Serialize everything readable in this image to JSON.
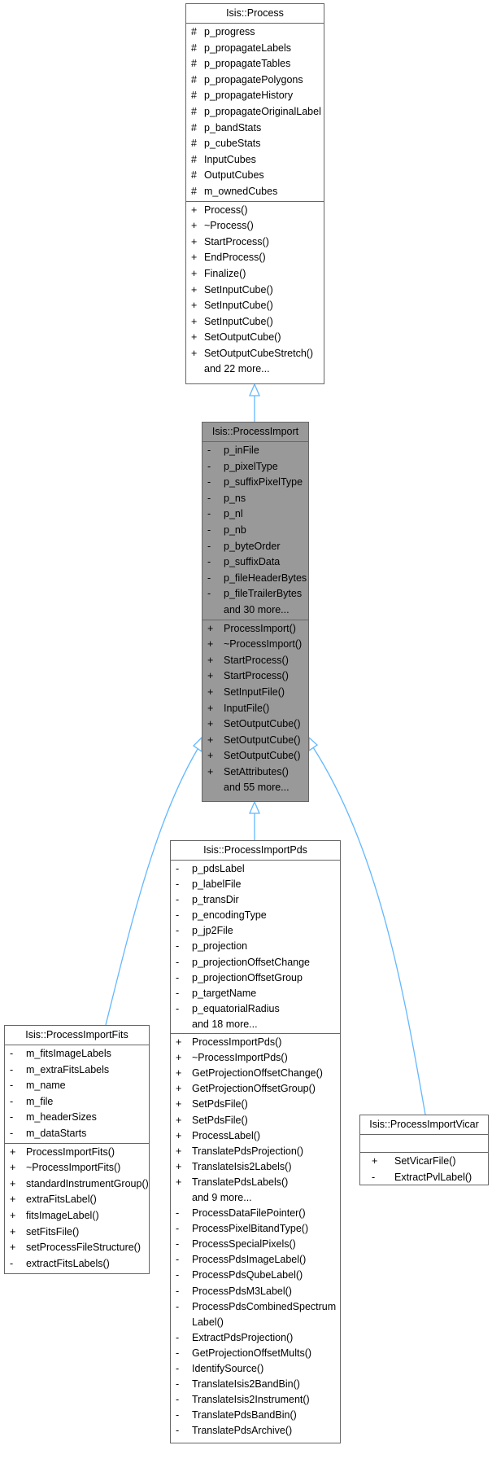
{
  "colors": {
    "edge": "#63b8ff",
    "focus_fill": "#999999",
    "border": "#666666"
  },
  "classes": [
    {
      "id": "process",
      "title": "Isis::Process",
      "attributes": [
        {
          "vis": "#",
          "name": "p_progress"
        },
        {
          "vis": "#",
          "name": "p_propagateLabels"
        },
        {
          "vis": "#",
          "name": "p_propagateTables"
        },
        {
          "vis": "#",
          "name": "p_propagatePolygons"
        },
        {
          "vis": "#",
          "name": "p_propagateHistory"
        },
        {
          "vis": "#",
          "name": "p_propagateOriginalLabel"
        },
        {
          "vis": "#",
          "name": "p_bandStats"
        },
        {
          "vis": "#",
          "name": "p_cubeStats"
        },
        {
          "vis": "#",
          "name": "InputCubes"
        },
        {
          "vis": "#",
          "name": "OutputCubes"
        },
        {
          "vis": "#",
          "name": "m_ownedCubes"
        }
      ],
      "methods": [
        {
          "vis": "+",
          "name": "Process()"
        },
        {
          "vis": "+",
          "name": "~Process()"
        },
        {
          "vis": "+",
          "name": "StartProcess()"
        },
        {
          "vis": "+",
          "name": "EndProcess()"
        },
        {
          "vis": "+",
          "name": "Finalize()"
        },
        {
          "vis": "+",
          "name": "SetInputCube()"
        },
        {
          "vis": "+",
          "name": "SetInputCube()"
        },
        {
          "vis": "+",
          "name": "SetInputCube()"
        },
        {
          "vis": "+",
          "name": "SetOutputCube()"
        },
        {
          "vis": "+",
          "name": "SetOutputCubeStretch()"
        },
        {
          "vis": "",
          "name": "and 22 more..."
        }
      ]
    },
    {
      "id": "import",
      "title": "Isis::ProcessImport",
      "focus": true,
      "attributes": [
        {
          "vis": "-",
          "name": "p_inFile"
        },
        {
          "vis": "-",
          "name": "p_pixelType"
        },
        {
          "vis": "-",
          "name": "p_suffixPixelType"
        },
        {
          "vis": "-",
          "name": "p_ns"
        },
        {
          "vis": "-",
          "name": "p_nl"
        },
        {
          "vis": "-",
          "name": "p_nb"
        },
        {
          "vis": "-",
          "name": "p_byteOrder"
        },
        {
          "vis": "-",
          "name": "p_suffixData"
        },
        {
          "vis": "-",
          "name": "p_fileHeaderBytes"
        },
        {
          "vis": "-",
          "name": "p_fileTrailerBytes"
        },
        {
          "vis": "",
          "name": "and 30 more..."
        }
      ],
      "methods": [
        {
          "vis": "+",
          "name": "ProcessImport()"
        },
        {
          "vis": "+",
          "name": "~ProcessImport()"
        },
        {
          "vis": "+",
          "name": "StartProcess()"
        },
        {
          "vis": "+",
          "name": "StartProcess()"
        },
        {
          "vis": "+",
          "name": "SetInputFile()"
        },
        {
          "vis": "+",
          "name": "InputFile()"
        },
        {
          "vis": "+",
          "name": "SetOutputCube()"
        },
        {
          "vis": "+",
          "name": "SetOutputCube()"
        },
        {
          "vis": "+",
          "name": "SetOutputCube()"
        },
        {
          "vis": "+",
          "name": "SetAttributes()"
        },
        {
          "vis": "",
          "name": "and 55 more..."
        }
      ]
    },
    {
      "id": "pds",
      "title": "Isis::ProcessImportPds",
      "attributes": [
        {
          "vis": "-",
          "name": "p_pdsLabel"
        },
        {
          "vis": "-",
          "name": "p_labelFile"
        },
        {
          "vis": "-",
          "name": "p_transDir"
        },
        {
          "vis": "-",
          "name": "p_encodingType"
        },
        {
          "vis": "-",
          "name": "p_jp2File"
        },
        {
          "vis": "-",
          "name": "p_projection"
        },
        {
          "vis": "-",
          "name": "p_projectionOffsetChange"
        },
        {
          "vis": "-",
          "name": "p_projectionOffsetGroup"
        },
        {
          "vis": "-",
          "name": "p_targetName"
        },
        {
          "vis": "-",
          "name": "p_equatorialRadius"
        },
        {
          "vis": "",
          "name": "and 18 more..."
        }
      ],
      "methods": [
        {
          "vis": "+",
          "name": "ProcessImportPds()"
        },
        {
          "vis": "+",
          "name": "~ProcessImportPds()"
        },
        {
          "vis": "+",
          "name": "GetProjectionOffsetChange()"
        },
        {
          "vis": "+",
          "name": "GetProjectionOffsetGroup()"
        },
        {
          "vis": "+",
          "name": "SetPdsFile()"
        },
        {
          "vis": "+",
          "name": "SetPdsFile()"
        },
        {
          "vis": "+",
          "name": "ProcessLabel()"
        },
        {
          "vis": "+",
          "name": "TranslatePdsProjection()"
        },
        {
          "vis": "+",
          "name": "TranslateIsis2Labels()"
        },
        {
          "vis": "+",
          "name": "TranslatePdsLabels()"
        },
        {
          "vis": "",
          "name": "and 9 more..."
        },
        {
          "vis": "-",
          "name": "ProcessDataFilePointer()"
        },
        {
          "vis": "-",
          "name": "ProcessPixelBitandType()"
        },
        {
          "vis": "-",
          "name": "ProcessSpecialPixels()"
        },
        {
          "vis": "-",
          "name": "ProcessPdsImageLabel()"
        },
        {
          "vis": "-",
          "name": "ProcessPdsQubeLabel()"
        },
        {
          "vis": "-",
          "name": "ProcessPdsM3Label()"
        },
        {
          "vis": "-",
          "name": "ProcessPdsCombinedSpectrum\nLabel()"
        },
        {
          "vis": "-",
          "name": "ExtractPdsProjection()"
        },
        {
          "vis": "-",
          "name": "GetProjectionOffsetMults()"
        },
        {
          "vis": "-",
          "name": "IdentifySource()"
        },
        {
          "vis": "-",
          "name": "TranslateIsis2BandBin()"
        },
        {
          "vis": "-",
          "name": "TranslateIsis2Instrument()"
        },
        {
          "vis": "-",
          "name": "TranslatePdsBandBin()"
        },
        {
          "vis": "-",
          "name": "TranslatePdsArchive()"
        }
      ]
    },
    {
      "id": "fits",
      "title": "Isis::ProcessImportFits",
      "attributes": [
        {
          "vis": "-",
          "name": "m_fitsImageLabels"
        },
        {
          "vis": "-",
          "name": "m_extraFitsLabels"
        },
        {
          "vis": "-",
          "name": "m_name"
        },
        {
          "vis": "-",
          "name": "m_file"
        },
        {
          "vis": "-",
          "name": "m_headerSizes"
        },
        {
          "vis": "-",
          "name": "m_dataStarts"
        }
      ],
      "methods": [
        {
          "vis": "+",
          "name": "ProcessImportFits()"
        },
        {
          "vis": "+",
          "name": "~ProcessImportFits()"
        },
        {
          "vis": "+",
          "name": "standardInstrumentGroup()"
        },
        {
          "vis": "+",
          "name": "extraFitsLabel()"
        },
        {
          "vis": "+",
          "name": "fitsImageLabel()"
        },
        {
          "vis": "+",
          "name": "setFitsFile()"
        },
        {
          "vis": "+",
          "name": "setProcessFileStructure()"
        },
        {
          "vis": "-",
          "name": "extractFitsLabels()"
        }
      ]
    },
    {
      "id": "vicar",
      "title": "Isis::ProcessImportVicar",
      "attributes": [],
      "methods": [
        {
          "vis": "+",
          "name": "SetVicarFile()"
        },
        {
          "vis": "-",
          "name": "ExtractPvlLabel()"
        }
      ]
    }
  ]
}
